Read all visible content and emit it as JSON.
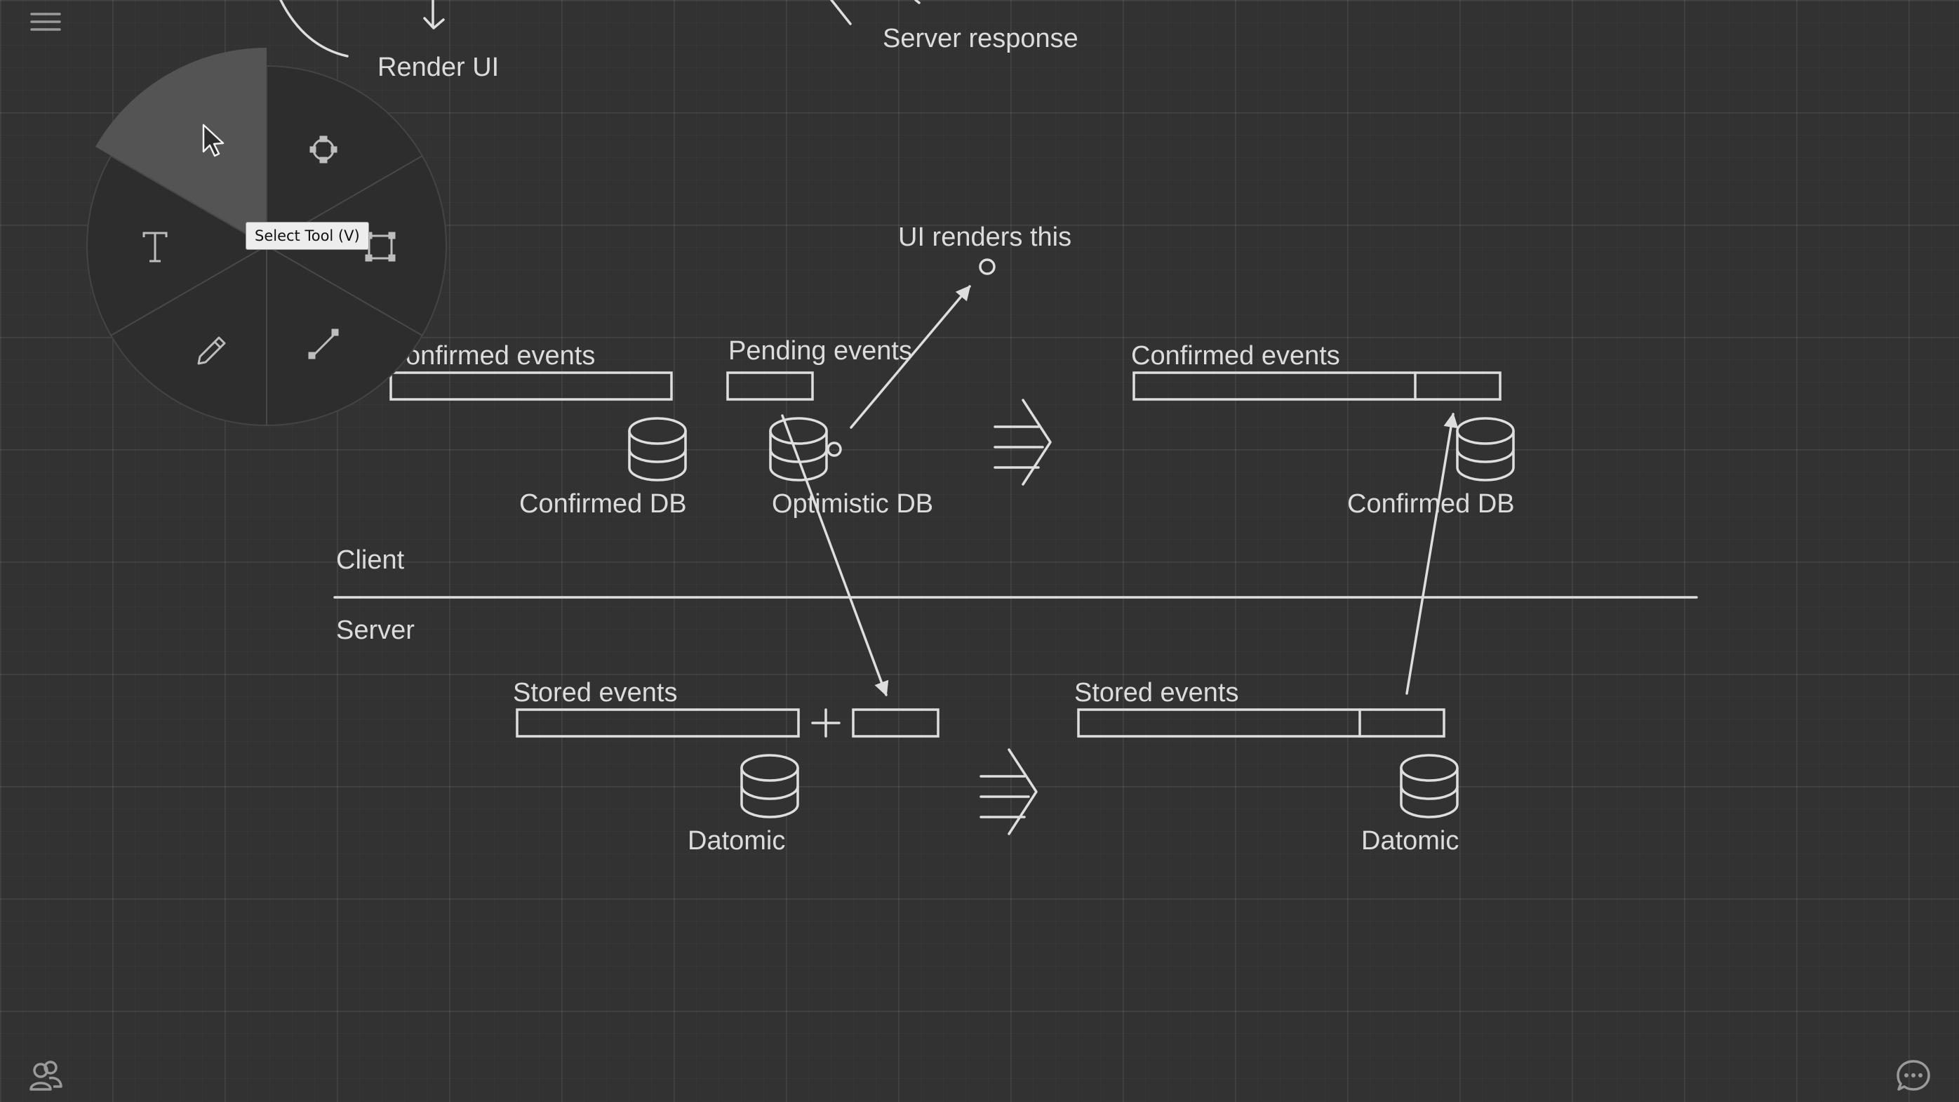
{
  "labels": {
    "render_ui": "Render UI",
    "server_response": "Server response",
    "ui_renders_this": "UI renders this",
    "client_confirmed_events": "onfirmed events",
    "pending_events": "Pending events",
    "confirmed_db": "Confirmed DB",
    "optimistic_db": "Optimistic DB",
    "confirmed_events_after": "Confirmed events",
    "confirmed_db_after": "Confirmed DB",
    "client": "Client",
    "server": "Server",
    "stored_events": "Stored events",
    "stored_events_after": "Stored events",
    "datomic": "Datomic",
    "datomic_after": "Datomic"
  },
  "tool_wheel": {
    "tooltip": "Select Tool (V)",
    "tools": [
      "select-tool",
      "move-tool",
      "rectangle-tool",
      "text-tool",
      "pencil-tool",
      "line-tool"
    ],
    "active_tool": "select-tool"
  },
  "icons": {
    "menu": "hamburger-menu-icon",
    "collaborators": "users-icon",
    "chat": "chat-bubble-icon"
  },
  "colors": {
    "background": "#323232",
    "ink": "#dedede",
    "wheel": "#2e2e2e",
    "wheel_active": "#545454",
    "tooltip_bg": "#ededed"
  }
}
